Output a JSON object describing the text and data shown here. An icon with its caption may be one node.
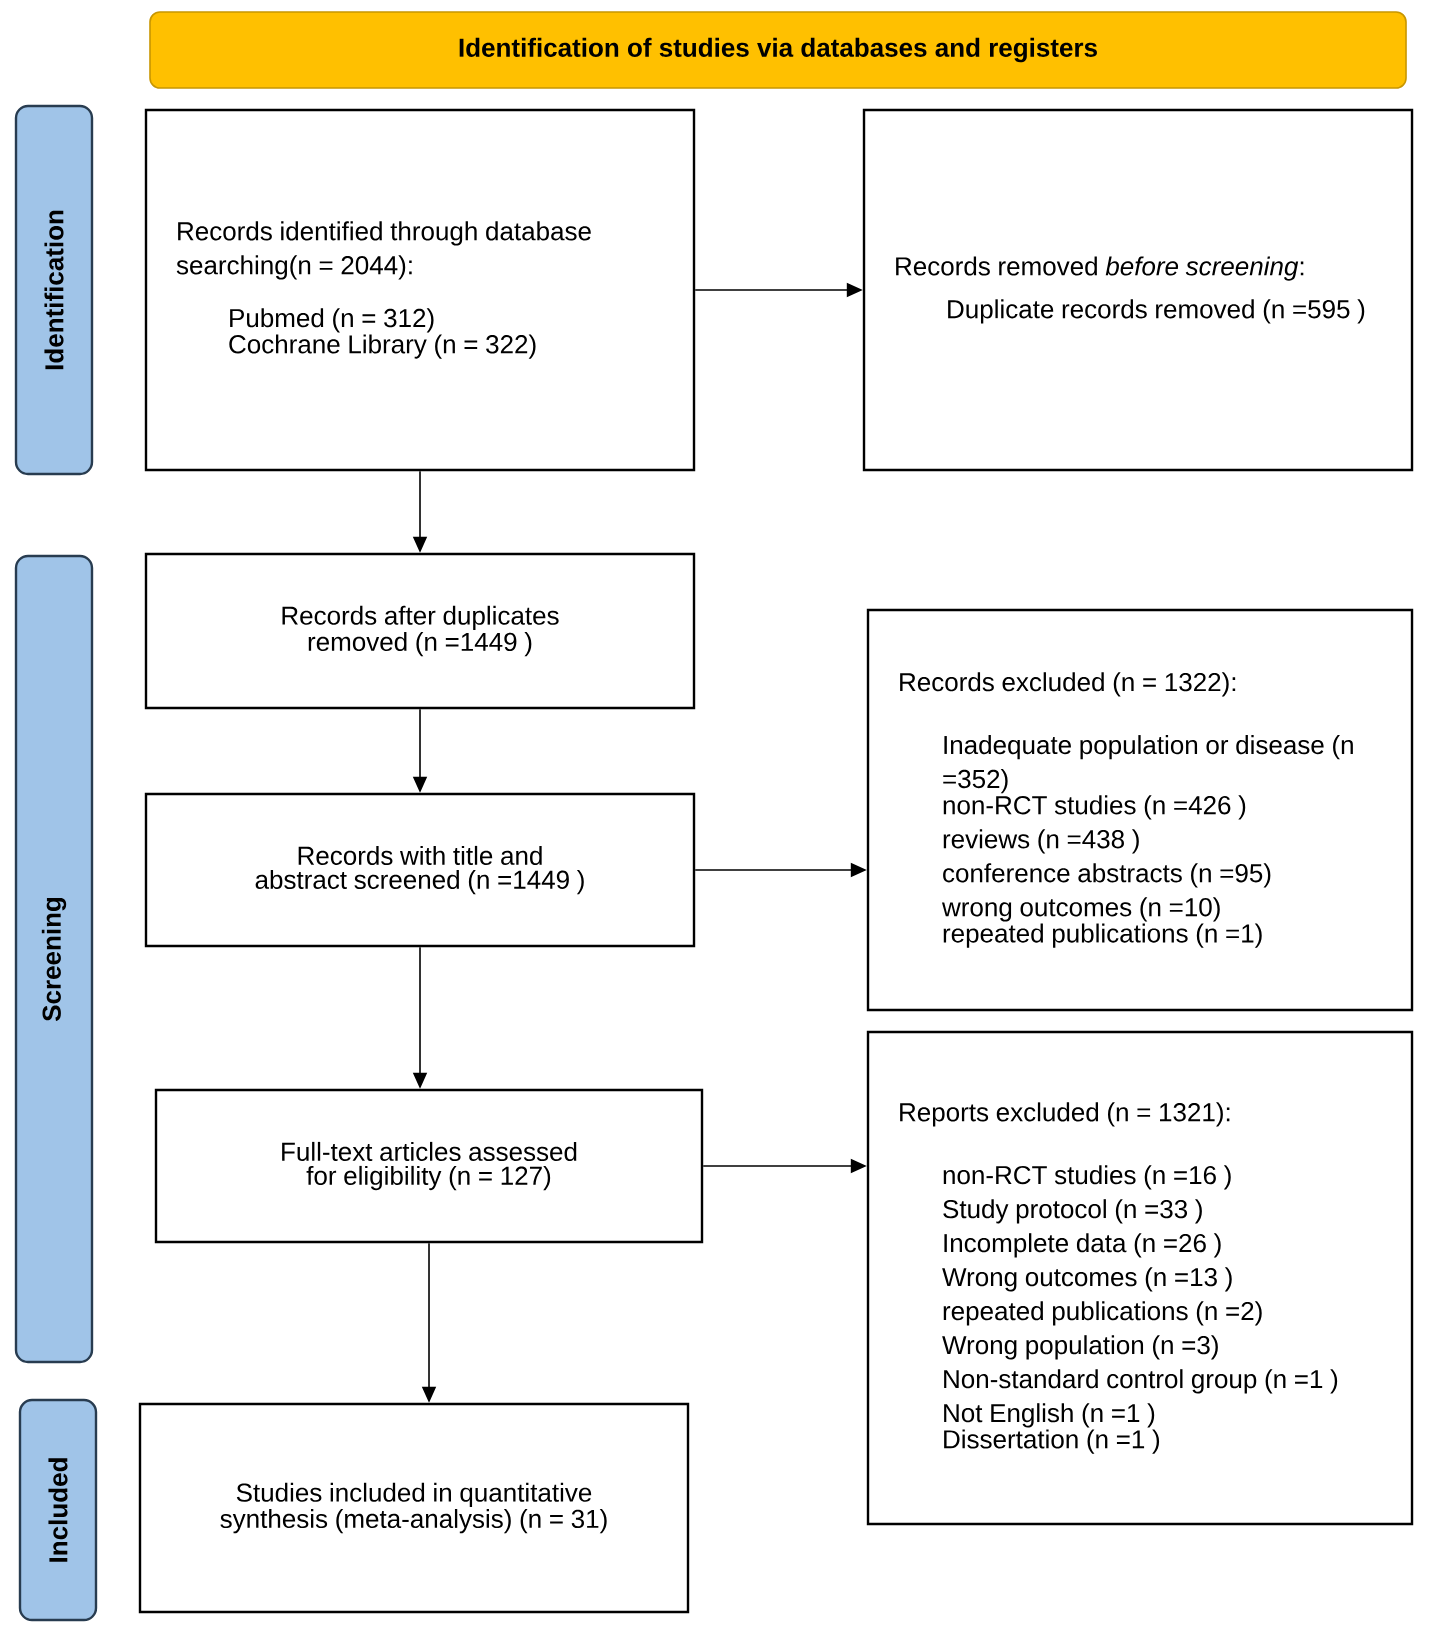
{
  "diagram": {
    "nodes": [
      {
        "text": [
          "Identification of studies via databases and registers"
        ]
      },
      {
        "text": [
          "Identification"
        ]
      },
      {
        "text": [
          "Screening"
        ]
      },
      {
        "text": [
          "Included"
        ]
      },
      {
        "text": [
          "Records identified through database searching(n = 2044):",
          "Pubmed (n = 312)",
          "Cochrane Library (n = 322)"
        ]
      },
      {
        "text": [
          "Records removed *before screening*:",
          "Duplicate records removed (n =595 )"
        ]
      },
      {
        "text": [
          "Records after duplicates removed (n =1449 )"
        ]
      },
      {
        "text": [
          "Records with title and abstract screened (n =1449 )"
        ]
      },
      {
        "text": [
          "Records excluded (n = 1322):",
          "Inadequate population or disease (n =352)",
          "non-RCT studies (n =426 )",
          "reviews (n =438 )",
          "conference abstracts (n =95)",
          "wrong outcomes (n =10)",
          "repeated publications (n =1)"
        ]
      },
      {
        "text": [
          "Full-text articles assessed for eligibility (n = 127)"
        ]
      },
      {
        "text": [
          "Reports excluded (n = 1321):",
          "non-RCT studies (n =16 )",
          "Study protocol (n =33 )",
          "Incomplete data (n =26 )",
          "Wrong outcomes (n =13 )",
          "repeated publications (n =2)",
          "Wrong population (n =3)",
          "Non-standard control group (n =1 )",
          "Not English (n =1 )",
          "Dissertation (n =1 )"
        ]
      },
      {
        "text": [
          "Studies included in quantitative synthesis (meta-analysis) (n = 31)"
        ]
      }
    ],
    "edges": [
      {
        "from": 4,
        "to": 5,
        "arrow": "to"
      },
      {
        "from": 4,
        "to": 6,
        "arrow": "to"
      },
      {
        "from": 6,
        "to": 7,
        "arrow": "to"
      },
      {
        "from": 7,
        "to": 8,
        "arrow": "to"
      },
      {
        "from": 7,
        "to": 9,
        "arrow": "to"
      },
      {
        "from": 9,
        "to": 10,
        "arrow": "to"
      },
      {
        "from": 9,
        "to": 11,
        "arrow": "to"
      }
    ]
  }
}
